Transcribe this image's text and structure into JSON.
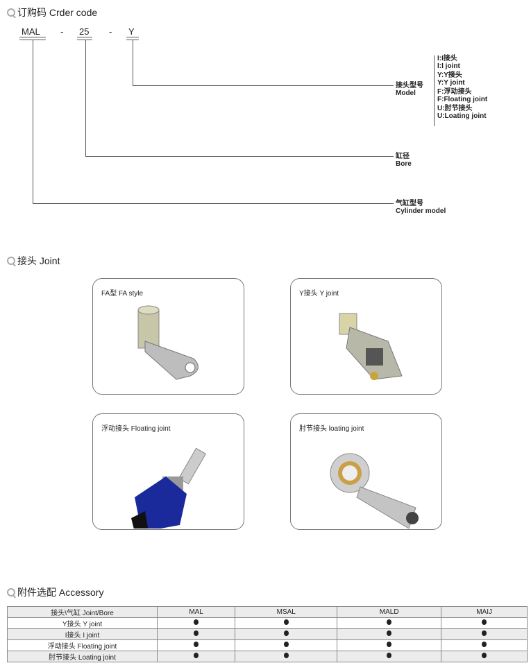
{
  "order": {
    "title": "订购码 Crder code",
    "parts": [
      "MAL",
      "-",
      "25",
      "-",
      "Y"
    ],
    "model_label": [
      "接头型号",
      "Model"
    ],
    "model_options": [
      "I:I接头",
      "I:I joint",
      "Y:Y接头",
      "Y:Y joint",
      "F:浮动接头",
      "F:Floating joint",
      "U:肘节接头",
      "U:Loating joint"
    ],
    "bore_label": [
      "缸径",
      "Bore"
    ],
    "cylinder_label": [
      "气缸型号",
      "Cylinder model"
    ]
  },
  "joint": {
    "title": "接头 Joint",
    "cards": [
      "FA型 FA style",
      "Y接头 Y joint",
      "浮动接头 Floating joint",
      "肘节接头 loating joint"
    ]
  },
  "accessory": {
    "title": "附件选配 Accessory",
    "headers": [
      "接头\\气缸 Joint/Bore",
      "MAL",
      "MSAL",
      "MALD",
      "MAIJ"
    ],
    "rows": [
      "Y接头 Y joint",
      "I接头  I joint",
      "浮动接头 Floating joint",
      "肘节接头 Loating joint"
    ]
  }
}
